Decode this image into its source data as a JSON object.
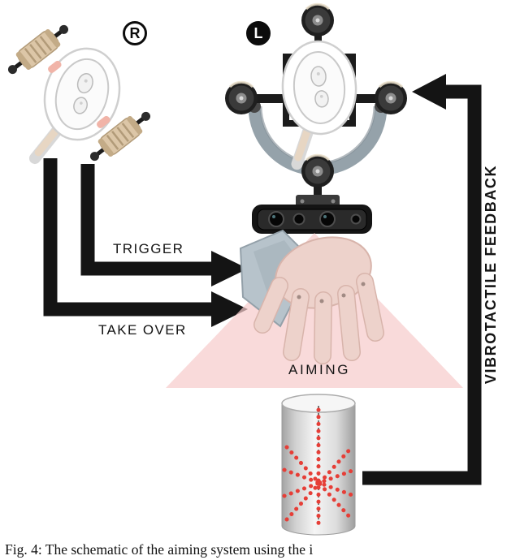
{
  "figure": {
    "badges": {
      "right": "R",
      "left": "L"
    },
    "labels": {
      "trigger": "TRIGGER",
      "take_over": "TAKE OVER",
      "aiming": "AIMING",
      "vibrotactile": "VIBROTACTILE FEEDBACK"
    },
    "caption": "Fig. 4: The schematic of the aiming system using the i"
  },
  "colors": {
    "arrow_black": "#141414",
    "cone_pink": "#f7caca",
    "marker_red": "#e63e37",
    "hand_skin": "#edd2cb",
    "wrist_guard": "#b7c3cb",
    "motor_tan": "#dcc6a7",
    "yoke_gray": "#95a2aa",
    "text": "#141414"
  }
}
